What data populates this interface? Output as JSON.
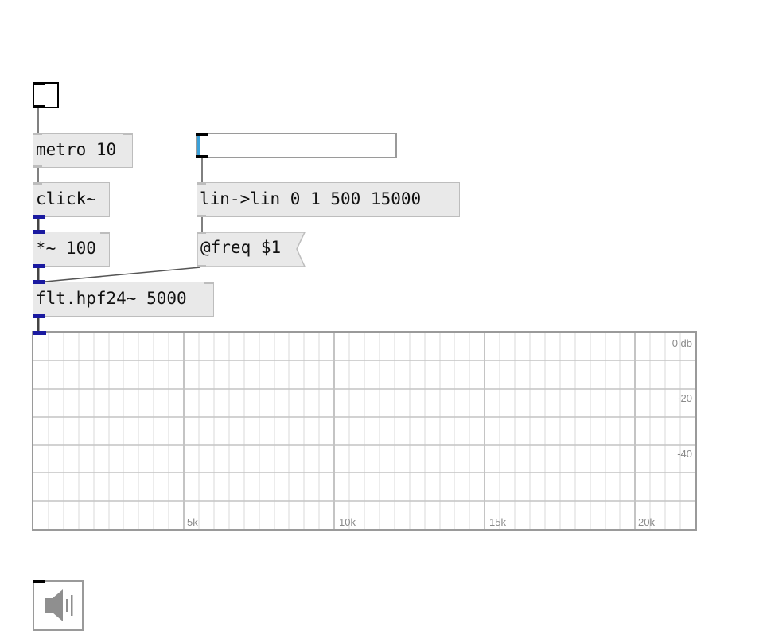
{
  "patch": {
    "bang": {
      "name": "bng"
    },
    "objects": {
      "metro": "metro 10",
      "click": "click~",
      "mul": "*~ 100",
      "linlin": "lin->lin 0 1 500 15000",
      "filter": "flt.hpf24~ 5000"
    },
    "message": {
      "text": "@freq $1"
    },
    "slider": {
      "value": 0
    }
  },
  "graph": {
    "db_labels": [
      "0 db",
      "-20",
      "-40"
    ],
    "freq_labels": [
      "5k",
      "10k",
      "15k",
      "20k"
    ]
  },
  "colors": {
    "object_bg": "#e9e9e9",
    "object_border": "#bdbdbd",
    "signal_port": "#1a1aa0",
    "grid_line": "#d8d8d8",
    "slider_knob": "#3aa0d8"
  },
  "icons": {
    "dac": "speaker-icon"
  }
}
